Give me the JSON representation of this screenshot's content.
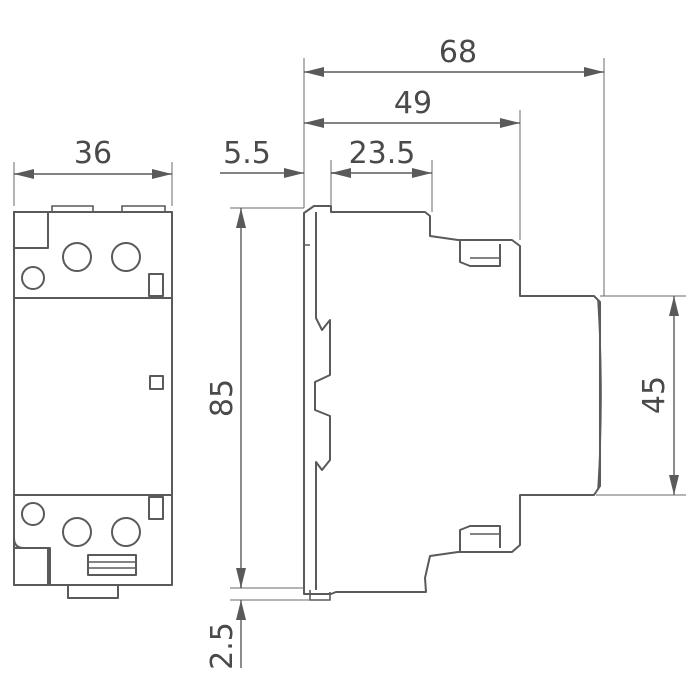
{
  "dimensions": {
    "width_36": "36",
    "depth_68": "68",
    "depth_49": "49",
    "offset_23_5": "23.5",
    "offset_5_5": "5.5",
    "height_85": "85",
    "height_45": "45",
    "rail_2_5": "2.5"
  },
  "colors": {
    "line": "#5a5a5a",
    "text": "#4a4a4a",
    "background": "#ffffff"
  }
}
